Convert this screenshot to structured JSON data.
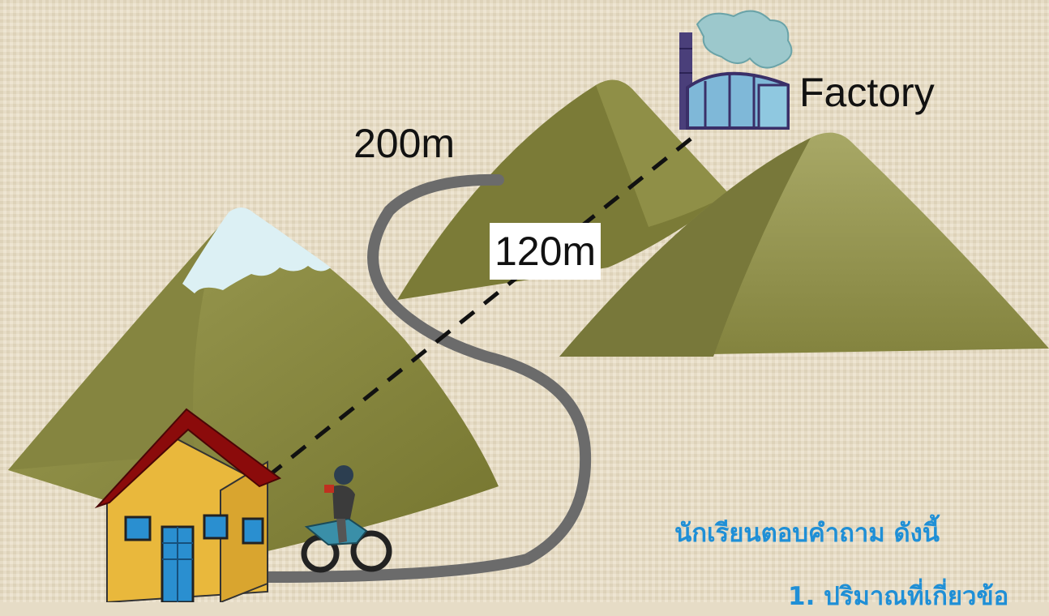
{
  "labels": {
    "road_distance": "200m",
    "straight_distance": "120m",
    "factory": "Factory"
  },
  "text": {
    "instruction": "นักเรียนตอบคำถาม ดังนี้",
    "item1": "1. ปริมาณที่เกี่ยวข้อ"
  },
  "colors": {
    "background": "#e6dcc6",
    "mountain": "#8a8a42",
    "snow": "#dcf0f4",
    "road": "#6e6e6e",
    "house_wall": "#e9b83c",
    "house_roof": "#8b0b0b",
    "question_text": "#1f8fd6"
  }
}
